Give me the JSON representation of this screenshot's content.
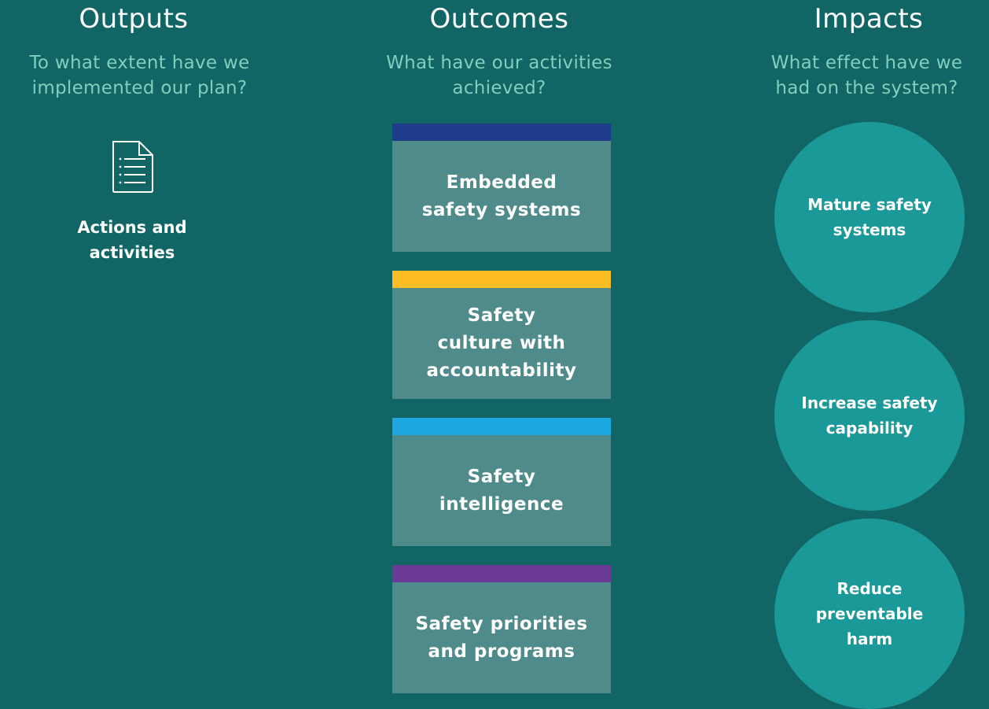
{
  "outputs": {
    "title": "Outputs",
    "subtitle_line1": "To what extent have we",
    "subtitle_line2": "implemented our plan?",
    "icon": "document-list-icon",
    "label_line1": "Actions and",
    "label_line2": "activities"
  },
  "outcomes": {
    "title": "Outcomes",
    "subtitle_line1": "What have our activities",
    "subtitle_line2": "achieved?",
    "items": [
      {
        "line1": "Embedded",
        "line2": "safety systems",
        "line3": "",
        "color": "#1e3a8a"
      },
      {
        "line1": "Safety",
        "line2": "culture with",
        "line3": "accountability",
        "color": "#fbbd23"
      },
      {
        "line1": "Safety",
        "line2": "intelligence",
        "line3": "",
        "color": "#1ea8e0"
      },
      {
        "line1": "Safety priorities",
        "line2": "and programs",
        "line3": "",
        "color": "#6a3a96"
      }
    ]
  },
  "impacts": {
    "title": "Impacts",
    "subtitle_line1": "What effect have we",
    "subtitle_line2": "had on the system?",
    "items": [
      {
        "line1": "Mature safety",
        "line2": "systems",
        "line3": ""
      },
      {
        "line1": "Increase safety",
        "line2": "capability",
        "line3": ""
      },
      {
        "line1": "Reduce",
        "line2": "preventable",
        "line3": "harm"
      }
    ]
  },
  "colors": {
    "background": "#116665",
    "subtitle": "#7fcfbf",
    "box": "#4e8b8a",
    "circle": "#1a9998"
  }
}
